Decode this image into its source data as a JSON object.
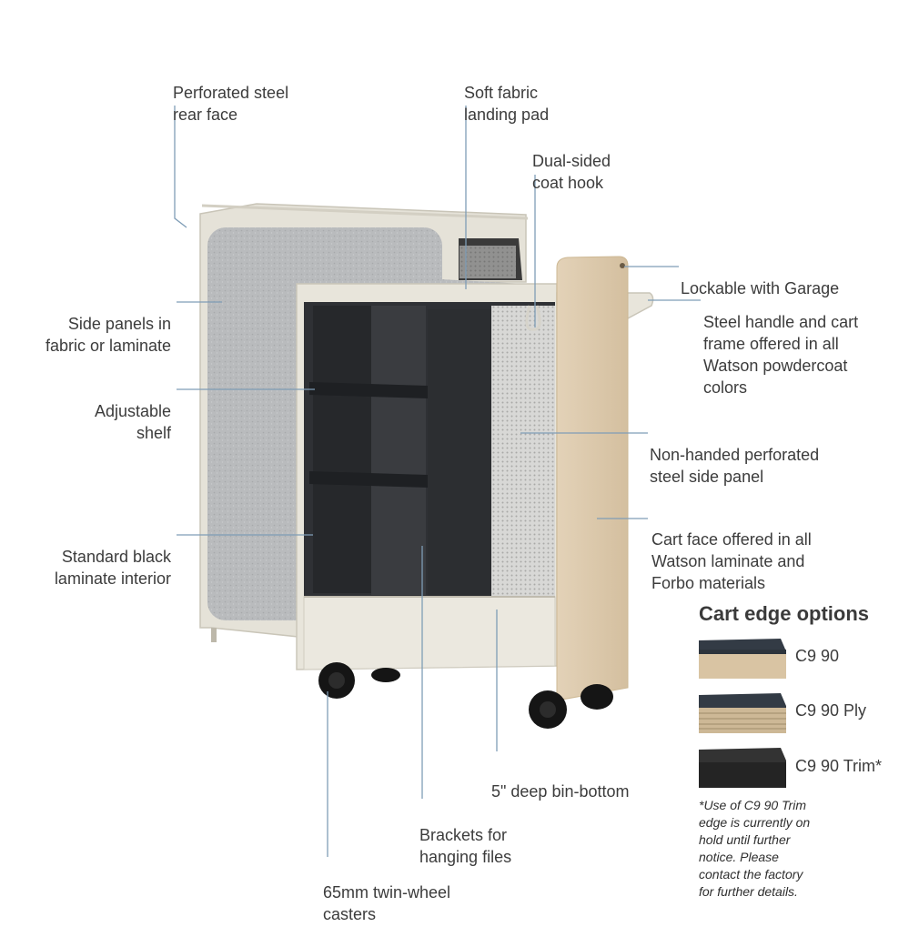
{
  "callouts": {
    "rear_face": [
      "Perforated steel",
      "rear face"
    ],
    "landing_pad": [
      "Soft fabric",
      "landing pad"
    ],
    "coat_hook": [
      "Dual-sided",
      "coat hook"
    ],
    "lockable": [
      "Lockable with Garage"
    ],
    "steel_handle": [
      "Steel handle and cart",
      "frame offered in all",
      "Watson powdercoat",
      "colors"
    ],
    "side_panels": [
      "Side panels in",
      "fabric or laminate"
    ],
    "adjustable_shelf": [
      "Adjustable",
      "shelf"
    ],
    "perforated_side": [
      "Non-handed perforated",
      "steel side panel"
    ],
    "cart_face": [
      "Cart face offered in all",
      "Watson laminate and",
      "Forbo materials"
    ],
    "black_interior": [
      "Standard black",
      "laminate interior"
    ],
    "bin_bottom": [
      "5\" deep bin-bottom"
    ],
    "brackets": [
      "Brackets for",
      "hanging files"
    ],
    "casters": [
      "65mm twin-wheel",
      "casters"
    ]
  },
  "edge_options": {
    "title": "Cart edge options",
    "items": [
      {
        "label": "C9 90",
        "top_color": "#333b45",
        "core_color": "#d9c4a3"
      },
      {
        "label": "C9 90 Ply",
        "top_color": "#333b45",
        "core_color": "#cdb896"
      },
      {
        "label": "C9 90 Trim*",
        "top_color": "#2a2a2a",
        "core_color": "#242424"
      }
    ],
    "note": [
      "*Use of C9 90 Trim",
      "edge is currently on",
      "hold until further",
      "notice. Please",
      "contact the factory",
      "for further details."
    ]
  }
}
